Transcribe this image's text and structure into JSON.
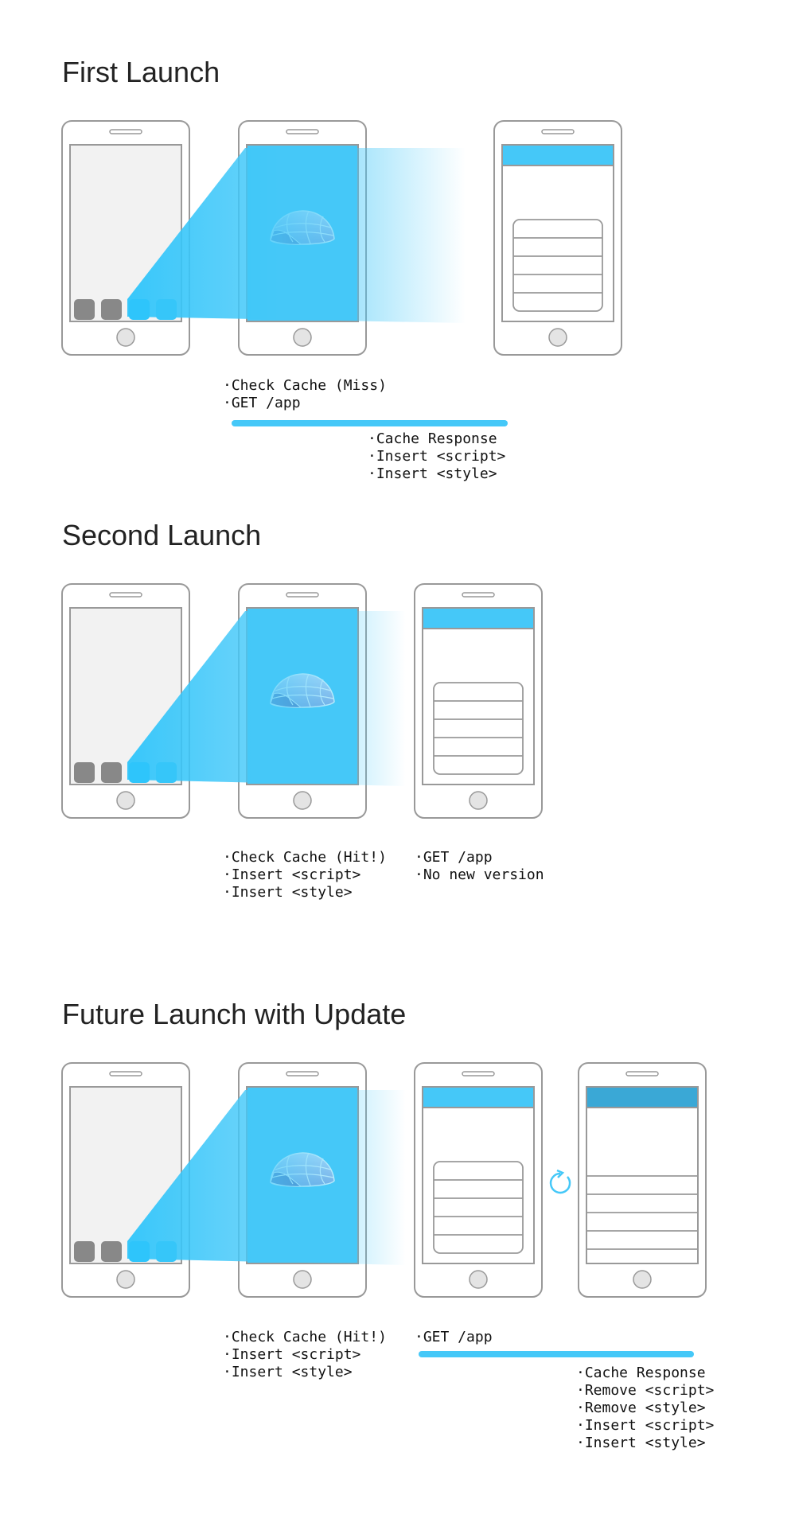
{
  "sections": [
    {
      "title": "First Launch",
      "notes": {
        "a": [
          "·Check Cache (Miss)",
          "·GET /app"
        ],
        "b": [
          "·Cache Response",
          "·Insert <script>",
          "·Insert <style>"
        ]
      }
    },
    {
      "title": "Second Launch",
      "notes": {
        "a": [
          "·Check Cache (Hit!)",
          "·Insert <script>",
          "·Insert <style>"
        ],
        "b": [
          "·GET /app",
          "·No new version"
        ]
      }
    },
    {
      "title": "Future Launch with Update",
      "notes": {
        "a": [
          "·Check Cache (Hit!)",
          "·Insert <script>",
          "·Insert <style>"
        ],
        "b": [
          "·GET /app"
        ],
        "c": [
          "·Cache Response",
          "·Remove <script>",
          "·Remove <style>",
          "·Insert <script>",
          "·Insert <style>"
        ]
      }
    }
  ],
  "icons": {
    "splash": "turtle-shell-icon",
    "refresh": "refresh-icon"
  },
  "colors": {
    "accent": "#45c8f8",
    "accent_dark": "#3aa8d6",
    "phone_stroke": "#999999",
    "app_icon": "#888888",
    "home_screen": "#f2f2f2"
  }
}
